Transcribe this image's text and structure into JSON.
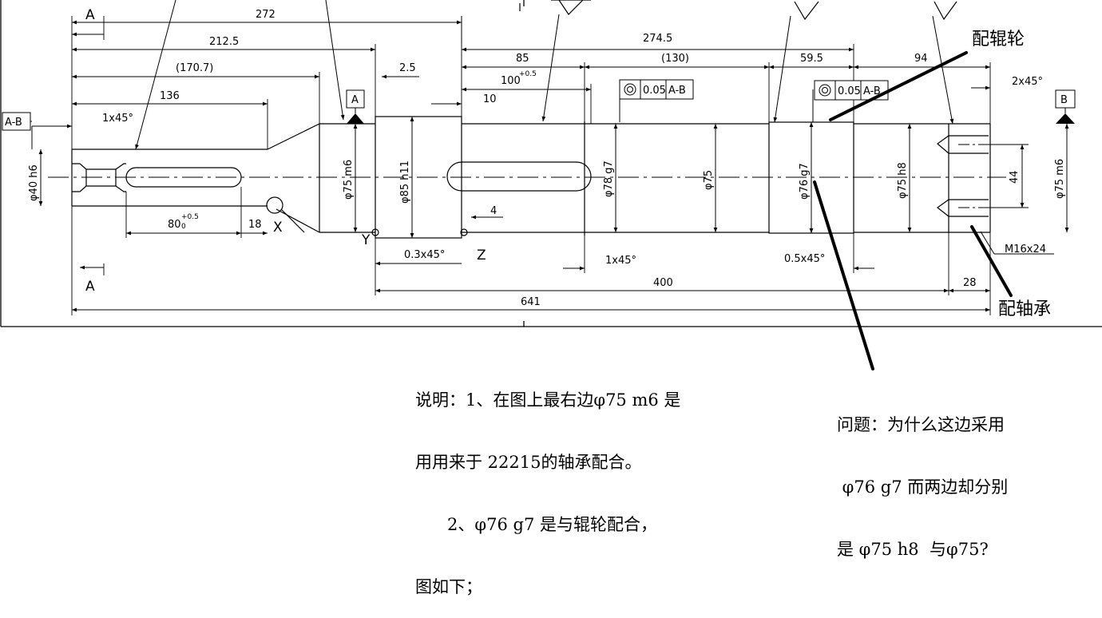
{
  "dimensions": {
    "d272": "272",
    "d212_5": "212.5",
    "d170_7": "(170.7)",
    "d136": "136",
    "d1x45_left": "1x45°",
    "d2_5": "2.5",
    "d274_5": "274.5",
    "d85": "85",
    "d130": "(130)",
    "d59_5": "59.5",
    "d94": "94",
    "d100": "100",
    "d100_tol": "+0.5",
    "d10": "10",
    "d2x45": "2x45°",
    "d80": "80",
    "d80_tol_upper": "+0.5",
    "d80_tol_lower": "0",
    "d18": "18",
    "d4": "4",
    "d0_3x45": "0.3x45°",
    "d1x45_mid": "1x45°",
    "d0_5x45": "0.5x45°",
    "d400": "400",
    "d28": "28",
    "d641": "641",
    "d44": "44",
    "m16x24": "M16x24"
  },
  "diameters": {
    "phi40": "φ40 h6",
    "phi75_m6_left": "φ75 m6",
    "phi85": "φ85 h11",
    "phi78": "φ78 g7",
    "phi75_plain": "φ75",
    "phi76": "φ76 g7",
    "phi75_h8": "φ75 h8",
    "phi75_m6_right": "φ75 m6"
  },
  "tolerance_frames": {
    "frame1_value": "0.05",
    "frame1_datum": "A-B",
    "frame2_value": "0.05",
    "frame2_datum": "A-B"
  },
  "datums": {
    "left_ref": "A-B",
    "datum_a": "A",
    "datum_b": "B"
  },
  "section_marks": {
    "a_top": "A",
    "a_bottom": "A",
    "x": "X",
    "y": "Y",
    "z": "Z"
  },
  "callouts": {
    "roller": "配辊轮",
    "bearing": "配轴承"
  },
  "notes": {
    "description_line1": "说明：1、在图上最右边φ75 m6 是",
    "description_line2": "用用来于 22215的轴承配合。",
    "description_line3": "      2、φ76 g7 是与辊轮配合，",
    "description_line4": "图如下；",
    "question_line1": "问题：为什么这边采用",
    "question_line2": " φ76 g7 而两边却分别",
    "question_line3": "是 φ75 h8  与φ75?"
  }
}
